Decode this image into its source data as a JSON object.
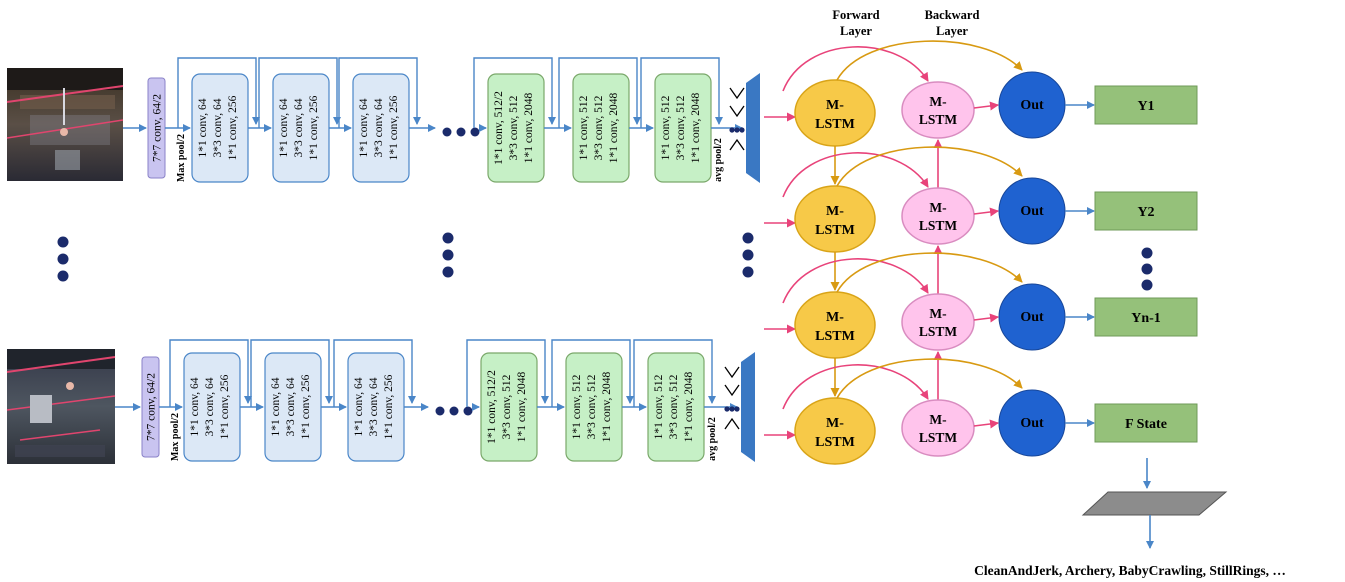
{
  "colors": {
    "arrow_blue": "#4a86c8",
    "block_blue_fill": "#dce8f6",
    "block_blue_stroke": "#4a86c8",
    "block_green_fill": "#c6f0c6",
    "block_green_stroke": "#7aa86a",
    "first_conv_fill": "#c9c4f0",
    "pool_fill": "#3a78c3",
    "mlstm_fill": "#f7c948",
    "mlstm_stroke": "#d9a418",
    "backward_fill": "#ffc4ec",
    "backward_stroke": "#d98cc0",
    "out_fill": "#1f62d0",
    "output_box_fill": "#95c17a",
    "output_box_stroke": "#6f9a58",
    "forward_arrow": "#e8437a",
    "backward_arrow": "#d89a12",
    "dot": "#1b2b6b",
    "fc_fill": "#8c8c8c"
  },
  "headers": {
    "forward_layer": [
      "Forward",
      "Layer"
    ],
    "backward_layer": [
      "Backward",
      "Layer"
    ]
  },
  "cnn_rows": [
    {
      "first_conv": "7*7 conv, 64/2",
      "max_pool": "Max pool/2",
      "blue_blocks": [
        [
          "1*1 conv, 64",
          "3*3 conv, 64",
          "1*1 conv, 256"
        ],
        [
          "1*1 conv, 64",
          "3*3 conv, 64",
          "1*1 conv, 256"
        ],
        [
          "1*1 conv, 64",
          "3*3 conv, 64",
          "1*1 conv, 256"
        ]
      ],
      "green_blocks": [
        [
          "1*1 conv, 512/2",
          "3*3 conv, 512",
          "1*1 conv, 2048"
        ],
        [
          "1*1 conv, 512",
          "3*3 conv, 512",
          "1*1 conv, 2048"
        ],
        [
          "1*1 conv, 512",
          "3*3 conv, 512",
          "1*1 conv, 2048"
        ]
      ],
      "avg_pool": "avg pool/2"
    },
    {
      "first_conv": "7*7 conv, 64/2",
      "max_pool": "Max pool/2",
      "blue_blocks": [
        [
          "1*1 conv, 64",
          "3*3 conv, 64",
          "1*1 conv, 256"
        ],
        [
          "1*1 conv, 64",
          "3*3 conv, 64",
          "1*1 conv, 256"
        ],
        [
          "1*1 conv, 64",
          "3*3 conv, 64",
          "1*1 conv, 256"
        ]
      ],
      "green_blocks": [
        [
          "1*1 conv, 512/2",
          "3*3 conv, 512",
          "1*1 conv, 2048"
        ],
        [
          "1*1 conv, 512",
          "3*3 conv, 512",
          "1*1 conv, 2048"
        ],
        [
          "1*1 conv, 512",
          "3*3 conv, 512",
          "1*1 conv, 2048"
        ]
      ],
      "avg_pool": "avg pool/2"
    }
  ],
  "rnn_rows": [
    {
      "mlstm": [
        "M-",
        "LSTM"
      ],
      "backward": [
        "M-",
        "LSTM"
      ],
      "out": "Out",
      "output": "Y1"
    },
    {
      "mlstm": [
        "M-",
        "LSTM"
      ],
      "backward": [
        "M-",
        "LSTM"
      ],
      "out": "Out",
      "output": "Y2"
    },
    {
      "mlstm": [
        "M-",
        "LSTM"
      ],
      "backward": [
        "M-",
        "LSTM"
      ],
      "out": "Out",
      "output": "Yn-1"
    },
    {
      "mlstm": [
        "M-",
        "LSTM"
      ],
      "backward": [
        "M-",
        "LSTM"
      ],
      "out": "Out",
      "output": "F State"
    }
  ],
  "classes_label": "CleanAndJerk,  Archery, BabyCrawling, StillRings, …"
}
